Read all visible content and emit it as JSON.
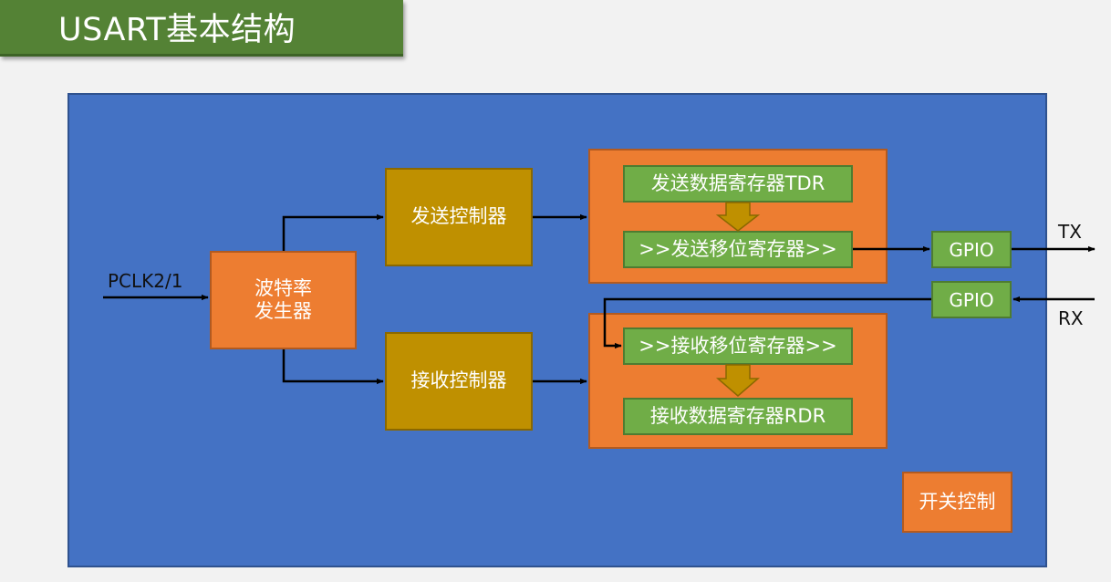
{
  "title": "USART基本结构",
  "input_label": "PCLK2/1",
  "baud_generator": [
    "波特率",
    "发生器"
  ],
  "tx_controller": "发送控制器",
  "rx_controller": "接收控制器",
  "tdr": "发送数据寄存器TDR",
  "tx_shift": ">>发送移位寄存器>>",
  "rx_shift": ">>接收移位寄存器>>",
  "rdr": "接收数据寄存器RDR",
  "gpio_tx": "GPIO",
  "gpio_rx": "GPIO",
  "tx_label": "TX",
  "rx_label": "RX",
  "switch_control": "开关控制",
  "colors": {
    "panel": "#4472c4",
    "orange": "#ed7d31",
    "gold": "#bf9000",
    "green": "#70ad47",
    "title_bar": "#548235",
    "arrow": "#000000"
  }
}
